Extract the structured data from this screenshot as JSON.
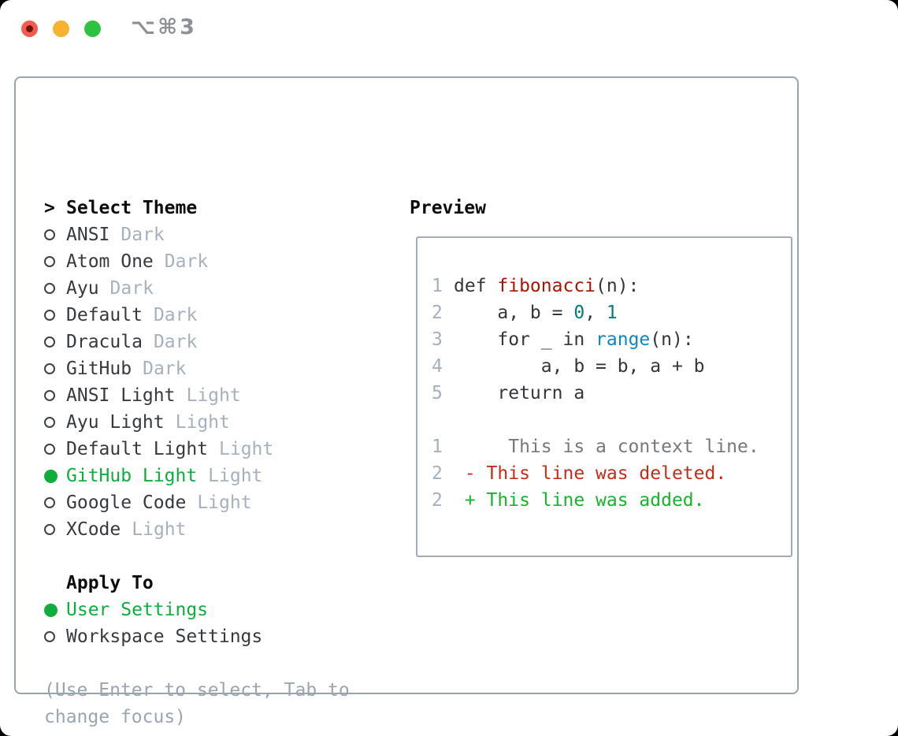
{
  "window": {
    "shortcut_label": "⌥⌘3"
  },
  "traffic_lights": {
    "close_color": "#f35b50",
    "minimize_color": "#f6b32e",
    "zoom_color": "#2fc240"
  },
  "colors": {
    "selection_green": "#0fad3c",
    "addition_green": "#16b42a",
    "deletion_red": "#c52c1a",
    "title_red": "#a81505",
    "number_teal": "#037d78",
    "builtin_blue": "#0d87c2",
    "muted_gray": "#a7b1bc",
    "panel_border": "#9aa4ae"
  },
  "theme_picker": {
    "prompt": ">",
    "title": "Select Theme",
    "items": [
      {
        "name": "ANSI",
        "tag": "Dark",
        "selected": false
      },
      {
        "name": "Atom One",
        "tag": "Dark",
        "selected": false
      },
      {
        "name": "Ayu",
        "tag": "Dark",
        "selected": false
      },
      {
        "name": "Default",
        "tag": "Dark",
        "selected": false
      },
      {
        "name": "Dracula",
        "tag": "Dark",
        "selected": false
      },
      {
        "name": "GitHub",
        "tag": "Dark",
        "selected": false
      },
      {
        "name": "ANSI Light",
        "tag": "Light",
        "selected": false
      },
      {
        "name": "Ayu Light",
        "tag": "Light",
        "selected": false
      },
      {
        "name": "Default Light",
        "tag": "Light",
        "selected": false
      },
      {
        "name": "GitHub Light",
        "tag": "Light",
        "selected": true
      },
      {
        "name": "Google Code",
        "tag": "Light",
        "selected": false
      },
      {
        "name": "XCode",
        "tag": "Light",
        "selected": false
      }
    ]
  },
  "apply_to": {
    "title": "Apply To",
    "options": [
      {
        "label": "User Settings",
        "selected": true
      },
      {
        "label": "Workspace Settings",
        "selected": false
      }
    ]
  },
  "hint": "(Use Enter to select, Tab to change focus)",
  "preview": {
    "title": "Preview",
    "code_lines": [
      {
        "num": "1",
        "tokens": [
          {
            "t": "def ",
            "c": "keyword"
          },
          {
            "t": "fibonacci",
            "c": "title"
          },
          {
            "t": "(n):",
            "c": "plain"
          }
        ]
      },
      {
        "num": "2",
        "tokens": [
          {
            "t": "    a, b = ",
            "c": "plain"
          },
          {
            "t": "0",
            "c": "number"
          },
          {
            "t": ", ",
            "c": "plain"
          },
          {
            "t": "1",
            "c": "number"
          }
        ]
      },
      {
        "num": "3",
        "tokens": [
          {
            "t": "    ",
            "c": "plain"
          },
          {
            "t": "for",
            "c": "keyword"
          },
          {
            "t": " _ ",
            "c": "plain"
          },
          {
            "t": "in",
            "c": "keyword"
          },
          {
            "t": " ",
            "c": "plain"
          },
          {
            "t": "range",
            "c": "builtin"
          },
          {
            "t": "(n):",
            "c": "plain"
          }
        ]
      },
      {
        "num": "4",
        "tokens": [
          {
            "t": "        a, b = b, a + b",
            "c": "plain"
          }
        ]
      },
      {
        "num": "5",
        "tokens": [
          {
            "t": "    ",
            "c": "plain"
          },
          {
            "t": "return",
            "c": "keyword"
          },
          {
            "t": " a",
            "c": "plain"
          }
        ]
      }
    ],
    "diff_lines": [
      {
        "num": "1",
        "kind": "context",
        "text": "     This is a context line."
      },
      {
        "num": "2",
        "kind": "deletion",
        "text": " - This line was deleted."
      },
      {
        "num": "2",
        "kind": "addition",
        "text": " + This line was added."
      }
    ]
  }
}
